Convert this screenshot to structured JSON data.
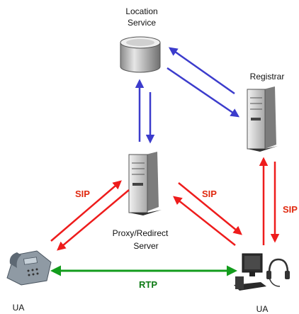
{
  "diagram": {
    "nodes": {
      "location_service": {
        "label_line1": "Location",
        "label_line2": "Service",
        "icon": "database-icon"
      },
      "registrar": {
        "label": "Registrar",
        "icon": "server-icon"
      },
      "proxy": {
        "label_line1": "Proxy/Redirect",
        "label_line2": "Server",
        "icon": "server-icon"
      },
      "ua_left": {
        "label": "UA",
        "icon": "phone-icon"
      },
      "ua_right": {
        "label": "UA",
        "icon": "computer-with-headset-icon"
      }
    },
    "edges": {
      "sip_left": "SIP",
      "sip_right": "SIP",
      "sip_registrar": "SIP",
      "rtp": "RTP"
    },
    "colors": {
      "sip": "#ee1c1c",
      "sip_label": "#e02a10",
      "rtp": "#129c1c",
      "rtp_label": "#0d7a14",
      "location": "#3c3ccc"
    }
  }
}
